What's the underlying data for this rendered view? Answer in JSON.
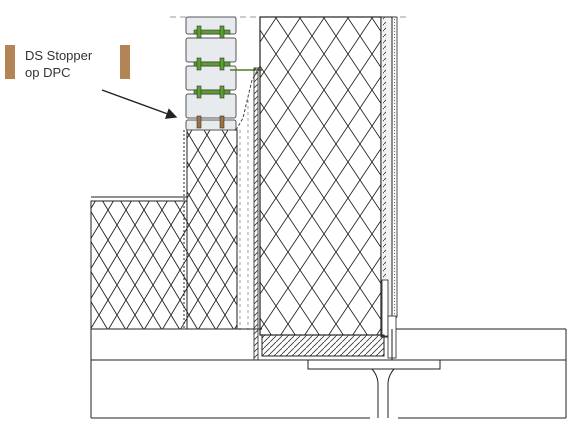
{
  "annotation": {
    "line1": "DS Stopper",
    "line2": "op DPC",
    "accent_color": "#b38455"
  },
  "colors": {
    "line": "#222222",
    "light_line": "#888888",
    "block_fill": "#e8ebee",
    "block_stroke": "#555555",
    "pin_green": "#5c9e2f",
    "pin_brown": "#a2703f"
  },
  "components": [
    {
      "name": "stopper-block-stack"
    },
    {
      "name": "masonry-inner-leaf"
    },
    {
      "name": "masonry-outer-leaf"
    },
    {
      "name": "insulated-wall-panel"
    },
    {
      "name": "steel-beam"
    },
    {
      "name": "floor-slab"
    }
  ]
}
